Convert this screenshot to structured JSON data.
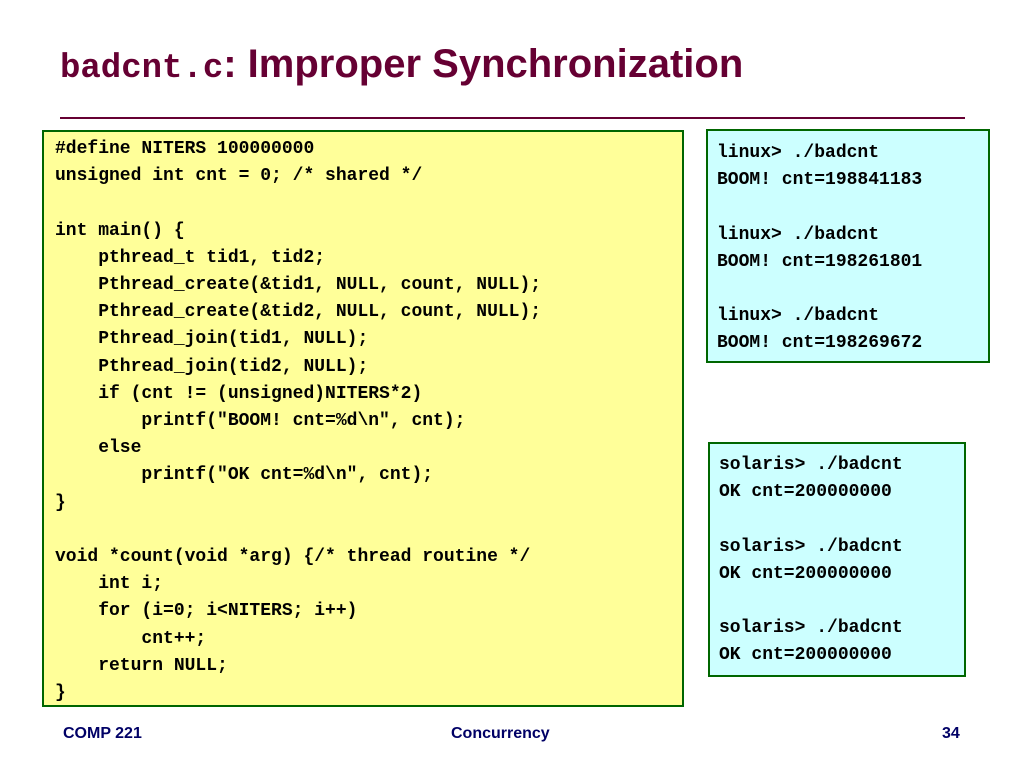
{
  "slide": {
    "title_code": "badcnt.c",
    "title_text": ": Improper Synchronization"
  },
  "code": {
    "lines": [
      "#define NITERS 100000000",
      "unsigned int cnt = 0; /* shared */",
      "",
      "int main() {",
      "    pthread_t tid1, tid2;",
      "    Pthread_create(&tid1, NULL, count, NULL);",
      "    Pthread_create(&tid2, NULL, count, NULL);",
      "    Pthread_join(tid1, NULL);",
      "    Pthread_join(tid2, NULL);",
      "    if (cnt != (unsigned)NITERS*2)",
      "        printf(\"BOOM! cnt=%d\\n\", cnt);",
      "    else",
      "        printf(\"OK cnt=%d\\n\", cnt);",
      "}",
      "",
      "void *count(void *arg) {/* thread routine */",
      "    int i;",
      "    for (i=0; i<NITERS; i++)",
      "        cnt++;",
      "    return NULL;",
      "}"
    ]
  },
  "linux_output": {
    "lines": [
      "linux> ./badcnt",
      "BOOM! cnt=198841183",
      "",
      "linux> ./badcnt",
      "BOOM! cnt=198261801",
      "",
      "linux> ./badcnt",
      "BOOM! cnt=198269672"
    ]
  },
  "solaris_output": {
    "lines": [
      "solaris> ./badcnt",
      "OK cnt=200000000",
      "",
      "solaris> ./badcnt",
      "OK cnt=200000000",
      "",
      "solaris> ./badcnt",
      "OK cnt=200000000"
    ]
  },
  "footer": {
    "course": "COMP 221",
    "topic": "Concurrency",
    "page_number": "34"
  },
  "colors": {
    "title": "#660033",
    "code_background": "#ffff99",
    "output_background": "#ccffff",
    "box_border": "#006600",
    "footer_text": "#000066"
  }
}
